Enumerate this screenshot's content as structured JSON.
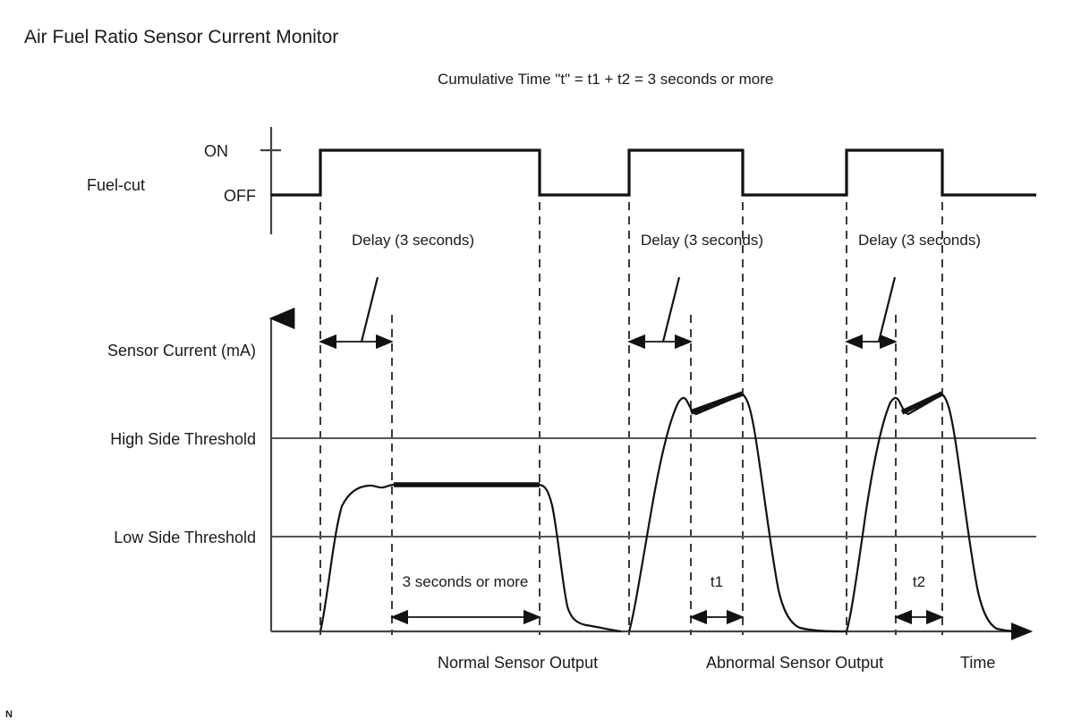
{
  "page": {
    "title": "Air Fuel Ratio Sensor Current Monitor",
    "subtitle": "Cumulative Time \"t\" = t1 + t2 = 3 seconds or more",
    "footer_mark": "N",
    "background_color": "#ffffff",
    "ink_color": "#111111"
  },
  "fuelcut_chart": {
    "row_label": "Fuel-cut",
    "axis_labels": {
      "on": "ON",
      "off": "OFF"
    },
    "delay_labels": [
      "Delay (3 seconds)",
      "Delay (3 seconds)",
      "Delay (3 seconds)"
    ]
  },
  "sensor_chart": {
    "y_axis_label": "Sensor Current (mA)",
    "threshold_labels": {
      "high": "High Side Threshold",
      "low": "Low Side Threshold"
    },
    "x_axis_label": "Time",
    "annotations": {
      "normal_duration": "3 seconds or more",
      "t1": "t1",
      "t2": "t2"
    },
    "region_labels": {
      "normal": "Normal Sensor Output",
      "abnormal": "Abnormal Sensor Output"
    }
  },
  "chart_data": {
    "type": "line",
    "title": "Air Fuel Ratio Sensor Current Monitor",
    "subtitle": "Cumulative Time \"t\" = t1 + t2 = 3 seconds or more",
    "xlabel": "Time",
    "ylabel": "Sensor Current (mA)",
    "grid": false,
    "legend": "none",
    "panels": [
      {
        "name": "Fuel-cut",
        "type": "digital-waveform",
        "ylabel": "Fuel-cut",
        "ytick_labels": [
          "ON",
          "OFF"
        ],
        "states": [
          {
            "state": "OFF",
            "t_start": 0.0,
            "t_end": 6.5
          },
          {
            "state": "ON",
            "t_start": 6.5,
            "t_end": 35.0
          },
          {
            "state": "OFF",
            "t_start": 35.0,
            "t_end": 47.0
          },
          {
            "state": "ON",
            "t_start": 47.0,
            "t_end": 62.5
          },
          {
            "state": "OFF",
            "t_start": 62.5,
            "t_end": 75.0
          },
          {
            "state": "ON",
            "t_start": 75.0,
            "t_end": 88.0
          },
          {
            "state": "OFF",
            "t_start": 88.0,
            "t_end": 100.0
          }
        ]
      },
      {
        "name": "Sensor Current",
        "type": "analog-waveform",
        "ylabel": "Sensor Current (mA)",
        "reference_lines": [
          {
            "label": "High Side Threshold",
            "value": 2.4
          },
          {
            "label": "Low Side Threshold",
            "value": 1.0
          }
        ],
        "series": [
          {
            "name": "Normal Sensor Output",
            "x": [
              6.5,
              9.0,
              11.5,
              13.5,
              16.0,
              35.0,
              36.5,
              38.5,
              41.0,
              46.5
            ],
            "y": [
              0.0,
              0.9,
              1.65,
              1.75,
              1.78,
              1.78,
              1.1,
              0.25,
              0.1,
              0.0
            ],
            "highlight_segment": {
              "x": [
                16.0,
                35.0
              ],
              "y": [
                1.78,
                1.78
              ]
            }
          },
          {
            "name": "Abnormal Sensor Output (pulse 1)",
            "x": [
              47.0,
              52.5,
              54.0,
              56.0,
              62.5,
              64.5,
              66.5,
              75.0
            ],
            "y": [
              0.0,
              2.95,
              2.75,
              2.85,
              3.1,
              1.3,
              0.05,
              0.05
            ],
            "highlight_segment": {
              "x": [
                54.0,
                62.5
              ],
              "y": [
                2.75,
                3.1
              ]
            }
          },
          {
            "name": "Abnormal Sensor Output (pulse 2)",
            "x": [
              75.0,
              80.0,
              81.5,
              83.5,
              88.0,
              90.5,
              93.0,
              98.0
            ],
            "y": [
              0.0,
              2.95,
              2.75,
              2.85,
              3.1,
              1.2,
              0.1,
              0.0
            ],
            "highlight_segment": {
              "x": [
                81.5,
                88.0
              ],
              "y": [
                2.75,
                3.1
              ]
            }
          }
        ],
        "intervals": [
          {
            "label": "Delay (3 seconds)",
            "t_start": 6.5,
            "t_end": 16.0
          },
          {
            "label": "3 seconds or more",
            "t_start": 16.0,
            "t_end": 35.0
          },
          {
            "label": "Delay (3 seconds)",
            "t_start": 47.0,
            "t_end": 54.0
          },
          {
            "label": "t1",
            "t_start": 54.0,
            "t_end": 62.5
          },
          {
            "label": "Delay (3 seconds)",
            "t_start": 75.0,
            "t_end": 81.5
          },
          {
            "label": "t2",
            "t_start": 81.5,
            "t_end": 88.0
          }
        ]
      }
    ]
  }
}
